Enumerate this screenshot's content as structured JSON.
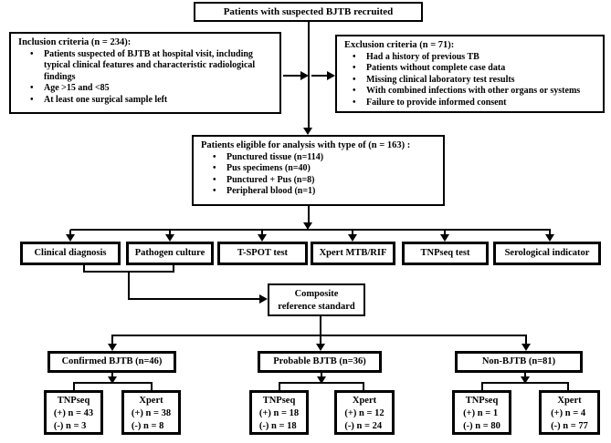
{
  "colors": {
    "line": "#000000",
    "border": "#000000",
    "background": "#ffffff",
    "text": "#000000"
  },
  "recruited": {
    "label": "Patients with suspected BJTB recruited"
  },
  "inclusion": {
    "title": "Inclusion criteria (n = 234):",
    "items": [
      "Patients suspected of BJTB at hospital visit, including typical clinical features and characteristic radiological findings",
      "Age >15 and <85",
      "At least one surgical sample left"
    ]
  },
  "exclusion": {
    "title": "Exclusion criteria (n = 71):",
    "items": [
      "Had a history of previous TB",
      "Patients without complete case data",
      "Missing clinical laboratory test results",
      "With combined infections with other organs or systems",
      "Failure to provide informed consent"
    ]
  },
  "eligible": {
    "title": "Patients eligible for analysis with type of (n = 163) :",
    "items": [
      "Punctured tissue (n=114)",
      "Pus specimens (n=40)",
      "Punctured + Pus (n=8)",
      "Peripheral blood (n=1)"
    ]
  },
  "tests": [
    "Clinical diagnosis",
    "Pathogen culture",
    "T-SPOT test",
    "Xpert MTB/RIF",
    "TNPseq test",
    "Serological indicator"
  ],
  "composite": {
    "line1": "Composite",
    "line2": "reference standard"
  },
  "groups": [
    {
      "label": "Confirmed BJTB (n=46)",
      "children": [
        {
          "name": "TNPseq",
          "positive": "(+) n = 43",
          "negative": "(-) n = 3"
        },
        {
          "name": "Xpert",
          "positive": "(+) n = 38",
          "negative": "(-) n = 8"
        }
      ]
    },
    {
      "label": "Probable BJTB (n=36)",
      "children": [
        {
          "name": "TNPseq",
          "positive": "(+) n = 18",
          "negative": "(-) n = 18"
        },
        {
          "name": "Xpert",
          "positive": "(+) n = 12",
          "negative": "(-) n = 24"
        }
      ]
    },
    {
      "label": "Non-BJTB (n=81)",
      "children": [
        {
          "name": "TNPseq",
          "positive": "(+) n = 1",
          "negative": "(-) n = 80"
        },
        {
          "name": "Xpert",
          "positive": "(+) n = 4",
          "negative": "(-) n = 77"
        }
      ]
    }
  ]
}
